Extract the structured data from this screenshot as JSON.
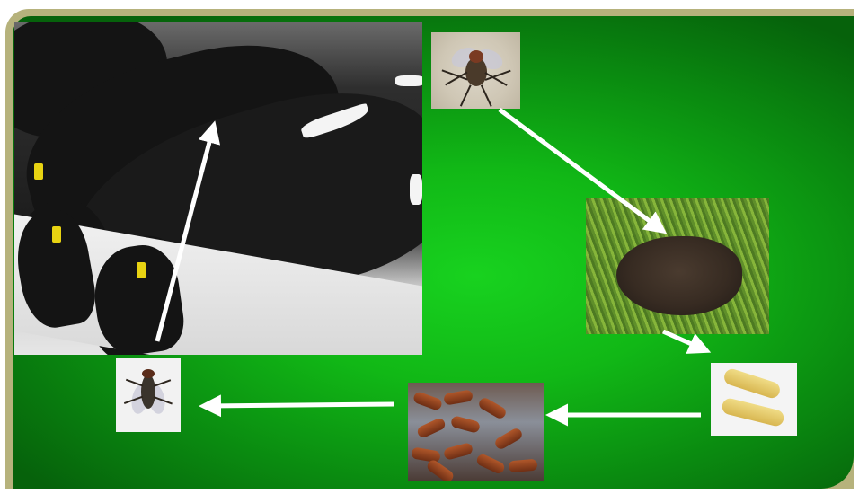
{
  "diagram": {
    "icons": {
      "adult_fly_top": "fly-photo",
      "dung_pat": "dung-photo",
      "larvae": "larvae-photo",
      "pupae": "pupae-photo",
      "adult_fly_bottom": "fly-photo",
      "cattle": "cattle-photo"
    },
    "colors": {
      "background_green": "#11b816",
      "frame": "#b6b27c",
      "arrow": "#ffffff"
    },
    "arrows": [
      {
        "from": "adult_fly_top",
        "to": "dung_pat"
      },
      {
        "from": "dung_pat",
        "to": "larvae"
      },
      {
        "from": "larvae",
        "to": "pupae"
      },
      {
        "from": "pupae",
        "to": "adult_fly_bottom"
      },
      {
        "from": "adult_fly_bottom",
        "to": "cattle"
      }
    ]
  }
}
